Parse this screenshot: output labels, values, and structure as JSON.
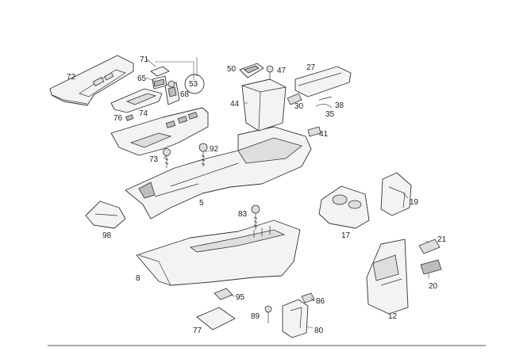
{
  "callouts": [
    {
      "id": "c71",
      "text": "71"
    },
    {
      "id": "c72",
      "text": "72"
    },
    {
      "id": "c65",
      "text": "65"
    },
    {
      "id": "c53",
      "text": "53"
    },
    {
      "id": "c68",
      "text": "68"
    },
    {
      "id": "c74",
      "text": "74"
    },
    {
      "id": "c76",
      "text": "76"
    },
    {
      "id": "c50",
      "text": "50"
    },
    {
      "id": "c47",
      "text": "47"
    },
    {
      "id": "c27",
      "text": "27"
    },
    {
      "id": "c44",
      "text": "44"
    },
    {
      "id": "c30",
      "text": "30"
    },
    {
      "id": "c38",
      "text": "38"
    },
    {
      "id": "c35",
      "text": "35"
    },
    {
      "id": "c41",
      "text": "41"
    },
    {
      "id": "c92",
      "text": "92"
    },
    {
      "id": "c73",
      "text": "73"
    },
    {
      "id": "c5",
      "text": "5"
    },
    {
      "id": "c19",
      "text": "19"
    },
    {
      "id": "c17",
      "text": "17"
    },
    {
      "id": "c83",
      "text": "83"
    },
    {
      "id": "c98",
      "text": "98"
    },
    {
      "id": "c21",
      "text": "21"
    },
    {
      "id": "c20",
      "text": "20"
    },
    {
      "id": "c8",
      "text": "8"
    },
    {
      "id": "c95",
      "text": "95"
    },
    {
      "id": "c86",
      "text": "86"
    },
    {
      "id": "c89",
      "text": "89"
    },
    {
      "id": "c77",
      "text": "77"
    },
    {
      "id": "c80",
      "text": "80"
    },
    {
      "id": "c12",
      "text": "12"
    }
  ]
}
